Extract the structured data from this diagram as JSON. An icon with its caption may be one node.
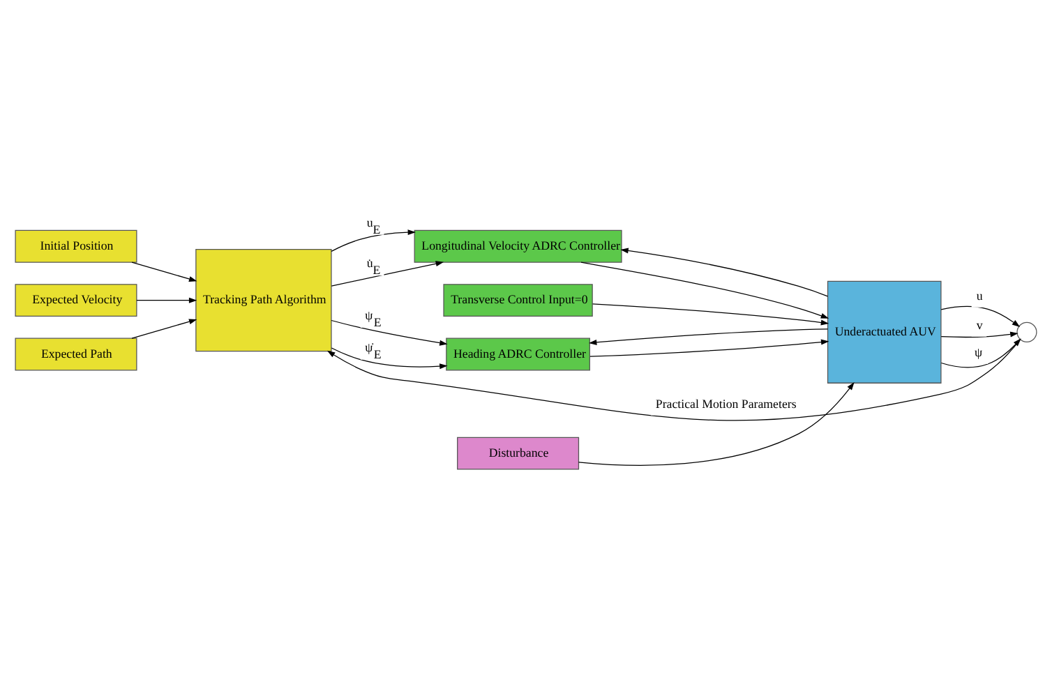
{
  "diagram": {
    "nodes": [
      {
        "text": [
          "Initial Position"
        ]
      },
      {
        "text": [
          "Expected Velocity"
        ]
      },
      {
        "text": [
          "Expected Path"
        ]
      },
      {
        "text": [
          "Tracking Path Algorithm"
        ]
      },
      {
        "text": [
          "Longitudinal Velocity ADRC Controller"
        ]
      },
      {
        "text": [
          "Transverse Control Input=0"
        ]
      },
      {
        "text": [
          "Heading ADRC Controller"
        ]
      },
      {
        "text": [
          "Disturbance"
        ]
      },
      {
        "text": [
          "Underactuated AUV"
        ]
      },
      {
        "text": [],
        "shape": "circle"
      }
    ],
    "edges": [
      {
        "from": 0,
        "to": 3,
        "arrow": "to"
      },
      {
        "from": 1,
        "to": 3,
        "arrow": "to"
      },
      {
        "from": 2,
        "to": 3,
        "arrow": "to"
      },
      {
        "from": 3,
        "to": 4,
        "arrow": "to",
        "label": "u$_{E}$"
      },
      {
        "from": 3,
        "to": 4,
        "arrow": "to",
        "label": "u̇$_{E}$"
      },
      {
        "from": 3,
        "to": 6,
        "arrow": "to",
        "label": "ψ$_{E}$"
      },
      {
        "from": 3,
        "to": 6,
        "arrow": "to",
        "label": "ψ̇$_{E}$"
      },
      {
        "from": 4,
        "to": 8,
        "arrow": "to"
      },
      {
        "from": 5,
        "to": 8,
        "arrow": "to"
      },
      {
        "from": 6,
        "to": 8,
        "arrow": "to"
      },
      {
        "from": 7,
        "to": 8,
        "arrow": "to"
      },
      {
        "from": 8,
        "to": 9,
        "arrow": "to",
        "label": "u"
      },
      {
        "from": 8,
        "to": 9,
        "arrow": "to",
        "label": "v"
      },
      {
        "from": 8,
        "to": 9,
        "arrow": "to",
        "label": "ψ"
      },
      {
        "from": 8,
        "to": 4,
        "arrow": "to"
      },
      {
        "from": 8,
        "to": 6,
        "arrow": "to"
      },
      {
        "from": 9,
        "to": 3,
        "arrow": "to",
        "label": "Practical Motion Parameters"
      }
    ]
  }
}
